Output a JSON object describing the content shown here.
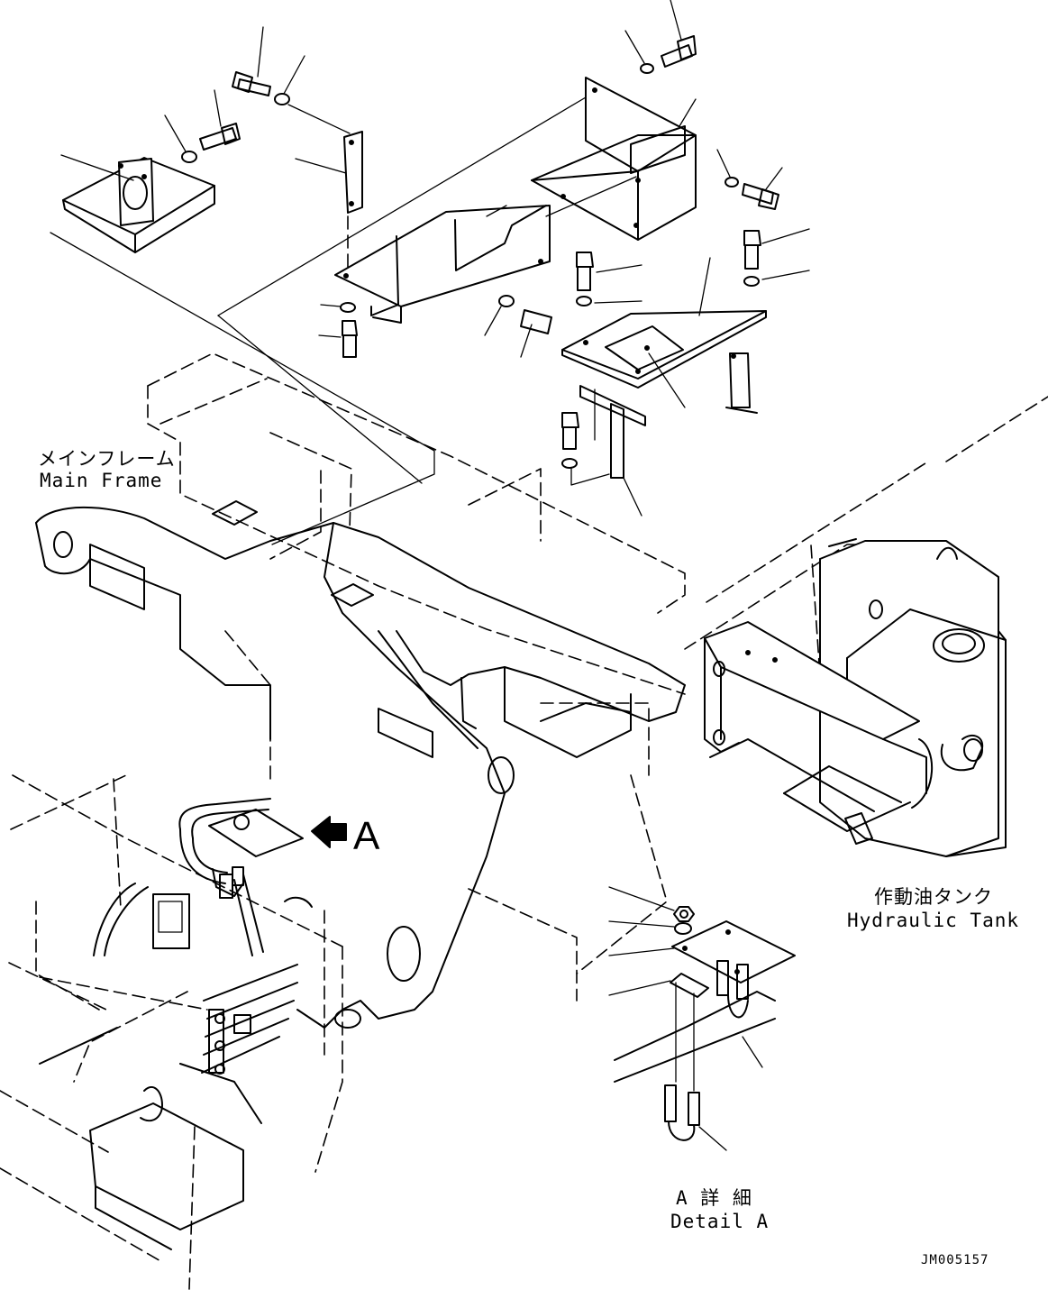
{
  "labels": {
    "main_frame_jp": "メインフレーム",
    "main_frame_en": "Main Frame",
    "hydraulic_tank_jp": "作動油タンク",
    "hydraulic_tank_en": "Hydraulic Tank",
    "view_arrow": "A",
    "detail_jp": "A 詳 細",
    "detail_en": "Detail A",
    "drawing_ref": "JM005157"
  }
}
